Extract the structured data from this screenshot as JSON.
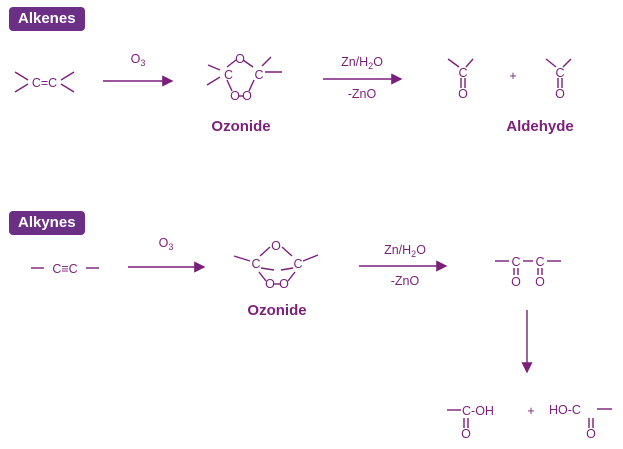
{
  "alkenes": {
    "heading": "Alkenes",
    "reactant": "C=C",
    "reagent": "O3",
    "intermediate_label": "Ozonide",
    "conditions_top": "Zn/H2O",
    "conditions_bottom": "-ZnO",
    "plus": "+",
    "product_label": "Aldehyde"
  },
  "alkynes": {
    "heading": "Alkynes",
    "reactant": "C≡C",
    "reagent": "O3",
    "intermediate_label": "Ozonide",
    "conditions_top": "Zn/H2O",
    "conditions_bottom": "-ZnO",
    "plus": "+",
    "acid_left": "C-OH",
    "acid_right": "HO-C"
  },
  "colors": {
    "accent": "#7a1f7a",
    "badge": "#6b2f86"
  }
}
